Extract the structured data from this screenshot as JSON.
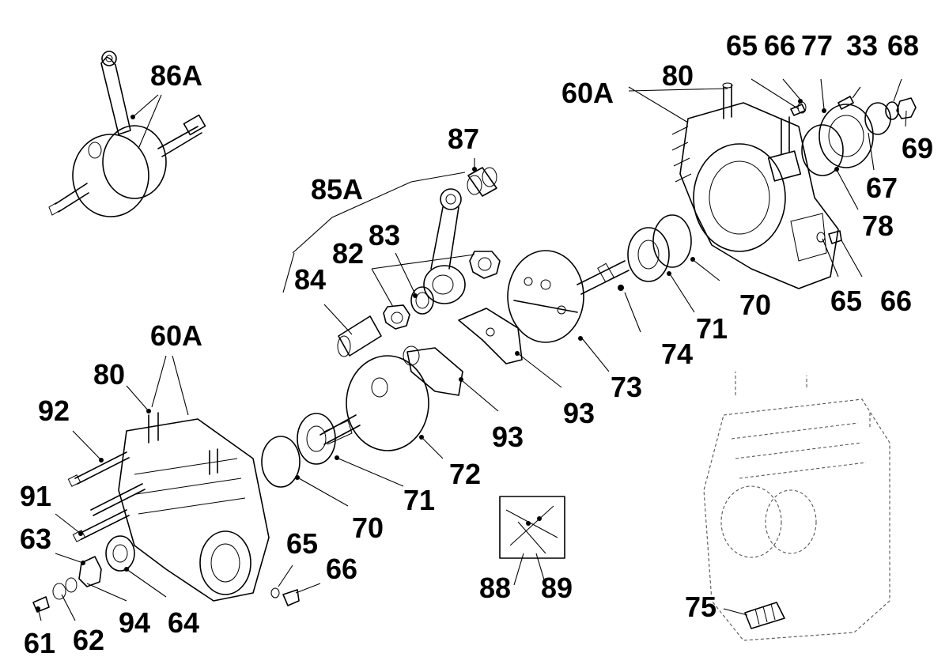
{
  "callouts": [
    {
      "id": "c86a",
      "text": "86A"
    },
    {
      "id": "c87",
      "text": "87"
    },
    {
      "id": "c85a",
      "text": "85A"
    },
    {
      "id": "c83",
      "text": "83"
    },
    {
      "id": "c82",
      "text": "82"
    },
    {
      "id": "c84",
      "text": "84"
    },
    {
      "id": "c60a-r",
      "text": "60A"
    },
    {
      "id": "c80-r",
      "text": "80"
    },
    {
      "id": "c65-t",
      "text": "65"
    },
    {
      "id": "c66-t",
      "text": "66"
    },
    {
      "id": "c77",
      "text": "77"
    },
    {
      "id": "c33",
      "text": "33"
    },
    {
      "id": "c68",
      "text": "68"
    },
    {
      "id": "c69",
      "text": "69"
    },
    {
      "id": "c67",
      "text": "67"
    },
    {
      "id": "c78",
      "text": "78"
    },
    {
      "id": "c65-m",
      "text": "65"
    },
    {
      "id": "c66-m",
      "text": "66"
    },
    {
      "id": "c70-r",
      "text": "70"
    },
    {
      "id": "c71-r",
      "text": "71"
    },
    {
      "id": "c74",
      "text": "74"
    },
    {
      "id": "c73",
      "text": "73"
    },
    {
      "id": "c93-a",
      "text": "93"
    },
    {
      "id": "c93-b",
      "text": "93"
    },
    {
      "id": "c72",
      "text": "72"
    },
    {
      "id": "c71-l",
      "text": "71"
    },
    {
      "id": "c70-l",
      "text": "70"
    },
    {
      "id": "c60a-l",
      "text": "60A"
    },
    {
      "id": "c80-l",
      "text": "80"
    },
    {
      "id": "c92",
      "text": "92"
    },
    {
      "id": "c91",
      "text": "91"
    },
    {
      "id": "c63",
      "text": "63"
    },
    {
      "id": "c65-b",
      "text": "65"
    },
    {
      "id": "c66-b",
      "text": "66"
    },
    {
      "id": "c94",
      "text": "94"
    },
    {
      "id": "c64",
      "text": "64"
    },
    {
      "id": "c61",
      "text": "61"
    },
    {
      "id": "c62",
      "text": "62"
    },
    {
      "id": "c88",
      "text": "88"
    },
    {
      "id": "c89",
      "text": "89"
    },
    {
      "id": "c75",
      "text": "75"
    }
  ]
}
